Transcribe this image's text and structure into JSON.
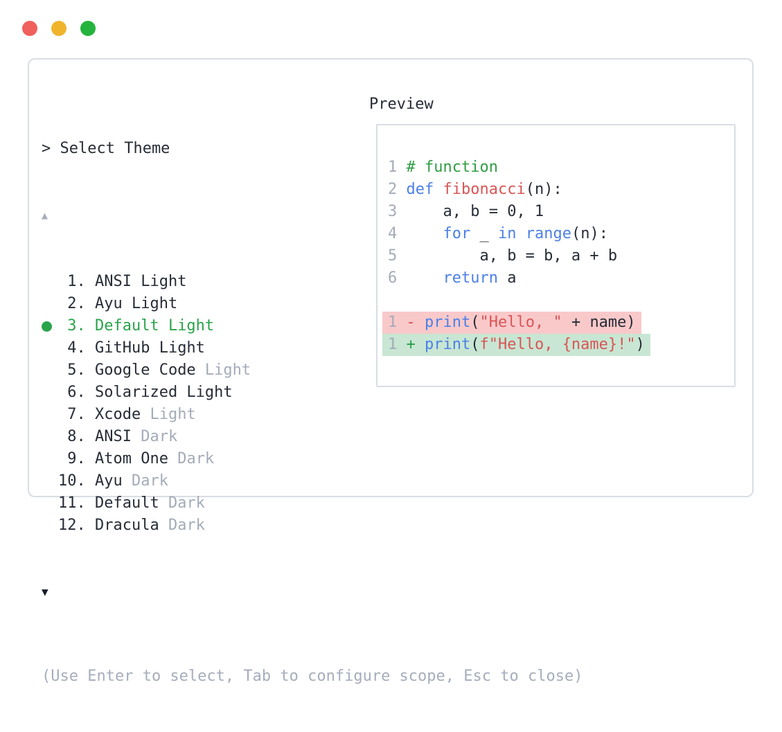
{
  "colors": {
    "accent_green": "#2aa44a",
    "keyword_blue": "#4c80e6",
    "string_red": "#d95555",
    "comment_green": "#2f9e44",
    "muted_gray": "#a4abb8",
    "text_dark": "#272c36",
    "diff_del_bg": "#f9c9ca",
    "diff_add_bg": "#c8e6d3",
    "panel_border": "#d9dde3",
    "traffic_red": "#f0605c",
    "traffic_yellow": "#f0b42c",
    "traffic_green": "#24b33c"
  },
  "window": {
    "controls": [
      {
        "name": "close"
      },
      {
        "name": "minimize"
      },
      {
        "name": "zoom"
      }
    ]
  },
  "picker": {
    "title": "> Select Theme",
    "scroll_up_icon": "▲",
    "scroll_down_icon": "▼",
    "help_text": "(Use Enter to select, Tab to configure scope, Esc to close)",
    "selected_number": "3",
    "items": [
      {
        "num": "1",
        "main": "ANSI Light",
        "suffix": "",
        "selected": false
      },
      {
        "num": "2",
        "main": "Ayu Light",
        "suffix": "",
        "selected": false
      },
      {
        "num": "3",
        "main": "Default Light",
        "suffix": "",
        "selected": true
      },
      {
        "num": "4",
        "main": "GitHub Light",
        "suffix": "",
        "selected": false
      },
      {
        "num": "5",
        "main": "Google Code",
        "suffix": "Light",
        "selected": false
      },
      {
        "num": "6",
        "main": "Solarized Light",
        "suffix": "",
        "selected": false
      },
      {
        "num": "7",
        "main": "Xcode",
        "suffix": "Light",
        "selected": false
      },
      {
        "num": "8",
        "main": "ANSI",
        "suffix": "Dark",
        "selected": false
      },
      {
        "num": "9",
        "main": "Atom One",
        "suffix": "Dark",
        "selected": false
      },
      {
        "num": "10",
        "main": "Ayu",
        "suffix": "Dark",
        "selected": false
      },
      {
        "num": "11",
        "main": "Default",
        "suffix": "Dark",
        "selected": false
      },
      {
        "num": "12",
        "main": "Dracula",
        "suffix": "Dark",
        "selected": false
      }
    ]
  },
  "preview": {
    "label": "Preview",
    "lines": [
      {
        "num": "1",
        "diff": null,
        "segs": [
          {
            "t": "# function",
            "c": "cm"
          }
        ]
      },
      {
        "num": "2",
        "diff": null,
        "segs": [
          {
            "t": "def",
            "c": "kw"
          },
          {
            "t": " ",
            "c": "pl"
          },
          {
            "t": "fibonacci",
            "c": "fn"
          },
          {
            "t": "(n):",
            "c": "pl"
          }
        ]
      },
      {
        "num": "3",
        "diff": null,
        "segs": [
          {
            "t": "    a, b = 0, 1",
            "c": "pl"
          }
        ]
      },
      {
        "num": "4",
        "diff": null,
        "segs": [
          {
            "t": "    ",
            "c": "pl"
          },
          {
            "t": "for",
            "c": "kw"
          },
          {
            "t": " _ ",
            "c": "pl"
          },
          {
            "t": "in",
            "c": "kw"
          },
          {
            "t": " ",
            "c": "pl"
          },
          {
            "t": "range",
            "c": "kw"
          },
          {
            "t": "(n):",
            "c": "pl"
          }
        ]
      },
      {
        "num": "5",
        "diff": null,
        "segs": [
          {
            "t": "        a, b = b, a + b",
            "c": "pl"
          }
        ]
      },
      {
        "num": "6",
        "diff": null,
        "segs": [
          {
            "t": "    ",
            "c": "pl"
          },
          {
            "t": "return",
            "c": "kw"
          },
          {
            "t": " a",
            "c": "pl"
          }
        ]
      },
      {
        "blank": true
      },
      {
        "num": "1",
        "diff": "del",
        "segs": [
          {
            "t": "-",
            "c": "sd"
          },
          {
            "t": " ",
            "c": "pl"
          },
          {
            "t": "print",
            "c": "kw"
          },
          {
            "t": "(",
            "c": "pl"
          },
          {
            "t": "\"Hello, \"",
            "c": "st"
          },
          {
            "t": " + name)",
            "c": "pl"
          }
        ]
      },
      {
        "num": "1",
        "diff": "add",
        "segs": [
          {
            "t": "+",
            "c": "sa"
          },
          {
            "t": " ",
            "c": "pl"
          },
          {
            "t": "print",
            "c": "kw"
          },
          {
            "t": "(",
            "c": "pl"
          },
          {
            "t": "f\"Hello, {name}!\"",
            "c": "st"
          },
          {
            "t": ")",
            "c": "pl"
          }
        ]
      }
    ]
  }
}
